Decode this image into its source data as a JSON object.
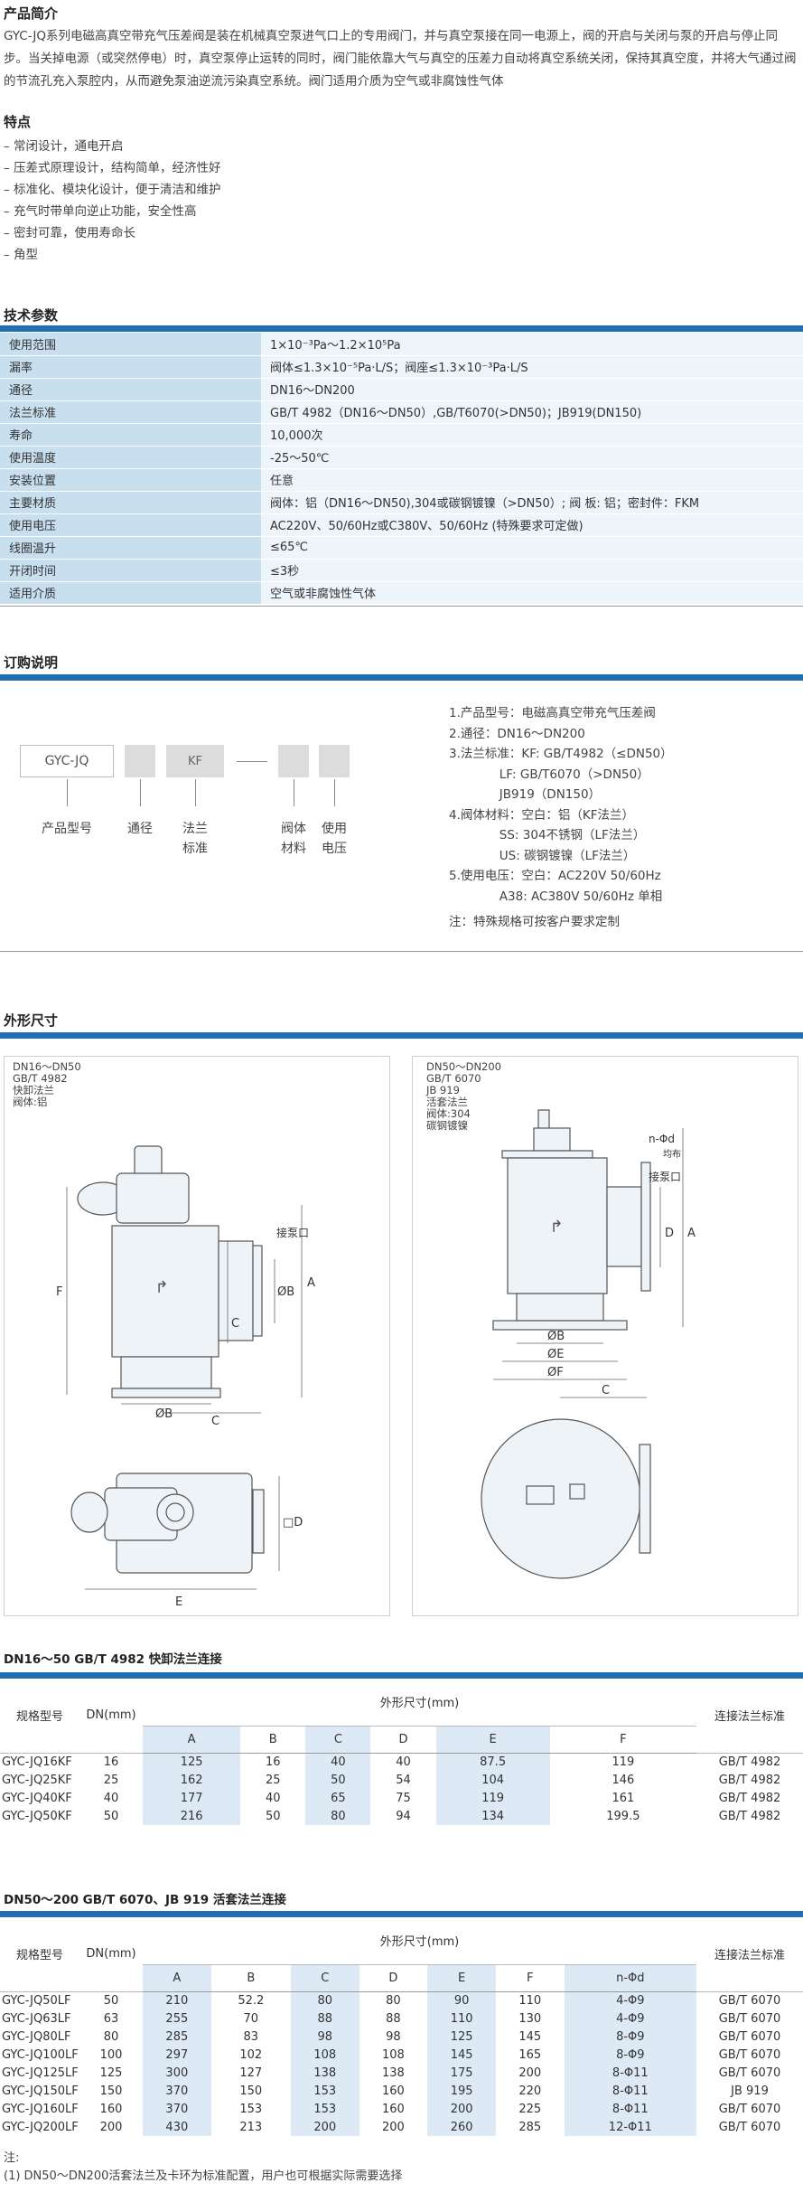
{
  "intro": {
    "title": "产品简介",
    "text": "GYC-JQ系列电磁高真空带充气压差阀是装在机械真空泵进气口上的专用阀门，并与真空泵接在同一电源上，阀的开启与关闭与泵的开启与停止同步。当关掉电源（或突然停电）时，真空泵停止运转的同时，阀门能依靠大气与真空的压差力自动将真空系统关闭，保持其真空度，并将大气通过阀的节流孔充入泵腔内，从而避免泵油逆流污染真空系统。阀门适用介质为空气或非腐蚀性气体"
  },
  "features": {
    "title": "特点",
    "items": [
      "– 常闭设计，通电开启",
      "– 压差式原理设计，结构简单，经济性好",
      "– 标准化、模块化设计，便于清洁和维护",
      "– 充气时带单向逆止功能，安全性高",
      "– 密封可靠，使用寿命长",
      "– 角型"
    ]
  },
  "specs": {
    "title": "技术参数",
    "rows": [
      {
        "k": "使用范围",
        "v": "1×10⁻³Pa～1.2×10⁵Pa"
      },
      {
        "k": "漏率",
        "v": "阀体≤1.3×10⁻⁵Pa·L/S；阀座≤1.3×10⁻³Pa·L/S"
      },
      {
        "k": "通径",
        "v": "DN16～DN200"
      },
      {
        "k": "法兰标准",
        "v": "GB/T 4982（DN16～DN50）,GB/T6070(>DN50)；JB919(DN150)"
      },
      {
        "k": "寿命",
        "v": "10,000次"
      },
      {
        "k": "使用温度",
        "v": "-25～50℃"
      },
      {
        "k": "安装位置",
        "v": "任意"
      },
      {
        "k": "主要材质",
        "v": "阀体：铝（DN16～DN50),304或碳钢镀镍（>DN50）; 阀 板: 铝；密封件：FKM"
      },
      {
        "k": "使用电压",
        "v": "AC220V、50/60Hz或C380V、50/60Hz (特殊要求可定做)"
      },
      {
        "k": "线圈温升",
        "v": "≤65℃"
      },
      {
        "k": "开闭时间",
        "v": "≤3秒"
      },
      {
        "k": "适用介质",
        "v": "空气或非腐蚀性气体"
      }
    ]
  },
  "ordering": {
    "title": "订购说明",
    "code_prefix": "GYC-JQ",
    "code_kf": "KF",
    "labels": [
      "产品型号",
      "通径",
      "法兰\n标准",
      "阀体\n材料",
      "使用\n电压"
    ],
    "notes": [
      "1.产品型号：电磁高真空带充气压差阀",
      "2.通径：DN16～DN200",
      "3.法兰标准：KF: GB/T4982（≤DN50）",
      "             LF: GB/T6070（>DN50）",
      "             JB919（DN150）",
      "4.阀体材料：空白：铝（KF法兰）",
      "             SS: 304不锈钢（LF法兰）",
      "             US: 碳钢镀镍（LF法兰）",
      "5.使用电压：空白：AC220V 50/60Hz",
      "             A38: AC380V 50/60Hz 单相",
      "注：特殊规格可按客户要求定制"
    ]
  },
  "dimensions": {
    "title": "外形尺寸",
    "left_caption": "DN16～DN50\nGB/T 4982\n快卸法兰\n阀体:铝",
    "right_caption": "DN50～DN200\nGB/T 6070\nJB 919\n活套法兰\n阀体:304\n碳钢镀镍",
    "labels": {
      "port": "接泵口",
      "A": "A",
      "B": "ØB",
      "C": "C",
      "D": "D",
      "E": "E",
      "F": "F",
      "Dsq": "□D",
      "ØE": "ØE",
      "ØF": "ØF",
      "nPhid": "n-Φd",
      "junbu": "均布"
    }
  },
  "table1": {
    "title": "DN16～50  GB/T 4982 快卸法兰连接",
    "h_model": "规格型号",
    "h_dn": "DN(mm)",
    "h_dims": "外形尺寸(mm)",
    "h_std": "连接法兰标准",
    "cols": [
      "A",
      "B",
      "C",
      "D",
      "E",
      "F"
    ],
    "rows": [
      [
        "GYC-JQ16KF",
        "16",
        "125",
        "16",
        "40",
        "40",
        "87.5",
        "119",
        "GB/T 4982"
      ],
      [
        "GYC-JQ25KF",
        "25",
        "162",
        "25",
        "50",
        "54",
        "104",
        "146",
        "GB/T 4982"
      ],
      [
        "GYC-JQ40KF",
        "40",
        "177",
        "40",
        "65",
        "75",
        "119",
        "161",
        "GB/T 4982"
      ],
      [
        "GYC-JQ50KF",
        "50",
        "216",
        "50",
        "80",
        "94",
        "134",
        "199.5",
        "GB/T 4982"
      ]
    ]
  },
  "table2": {
    "title": "DN50～200  GB/T 6070、JB 919  活套法兰连接",
    "h_model": "规格型号",
    "h_dn": "DN(mm)",
    "h_dims": "外形尺寸(mm)",
    "h_std": "连接法兰标准",
    "cols": [
      "A",
      "B",
      "C",
      "D",
      "E",
      "F",
      "n-Φd"
    ],
    "rows": [
      [
        "GYC-JQ50LF",
        "50",
        "210",
        "52.2",
        "80",
        "80",
        "90",
        "110",
        "4-Φ9",
        "GB/T 6070"
      ],
      [
        "GYC-JQ63LF",
        "63",
        "255",
        "70",
        "88",
        "88",
        "110",
        "130",
        "4-Φ9",
        "GB/T 6070"
      ],
      [
        "GYC-JQ80LF",
        "80",
        "285",
        "83",
        "98",
        "98",
        "125",
        "145",
        "8-Φ9",
        "GB/T 6070"
      ],
      [
        "GYC-JQ100LF",
        "100",
        "297",
        "102",
        "108",
        "108",
        "145",
        "165",
        "8-Φ9",
        "GB/T 6070"
      ],
      [
        "GYC-JQ125LF",
        "125",
        "300",
        "127",
        "138",
        "138",
        "175",
        "200",
        "8-Φ11",
        "GB/T 6070"
      ],
      [
        "GYC-JQ150LF",
        "150",
        "370",
        "150",
        "153",
        "160",
        "195",
        "220",
        "8-Φ11",
        "JB 919"
      ],
      [
        "GYC-JQ160LF",
        "160",
        "370",
        "153",
        "153",
        "160",
        "200",
        "225",
        "8-Φ11",
        "GB/T 6070"
      ],
      [
        "GYC-JQ200LF",
        "200",
        "430",
        "213",
        "200",
        "200",
        "260",
        "285",
        "12-Φ11",
        "GB/T 6070"
      ]
    ]
  },
  "footnote": {
    "title": "注:",
    "text": "(1) DN50～DN200活套法兰及卡环为标准配置，用户也可根据实际需要选择"
  }
}
